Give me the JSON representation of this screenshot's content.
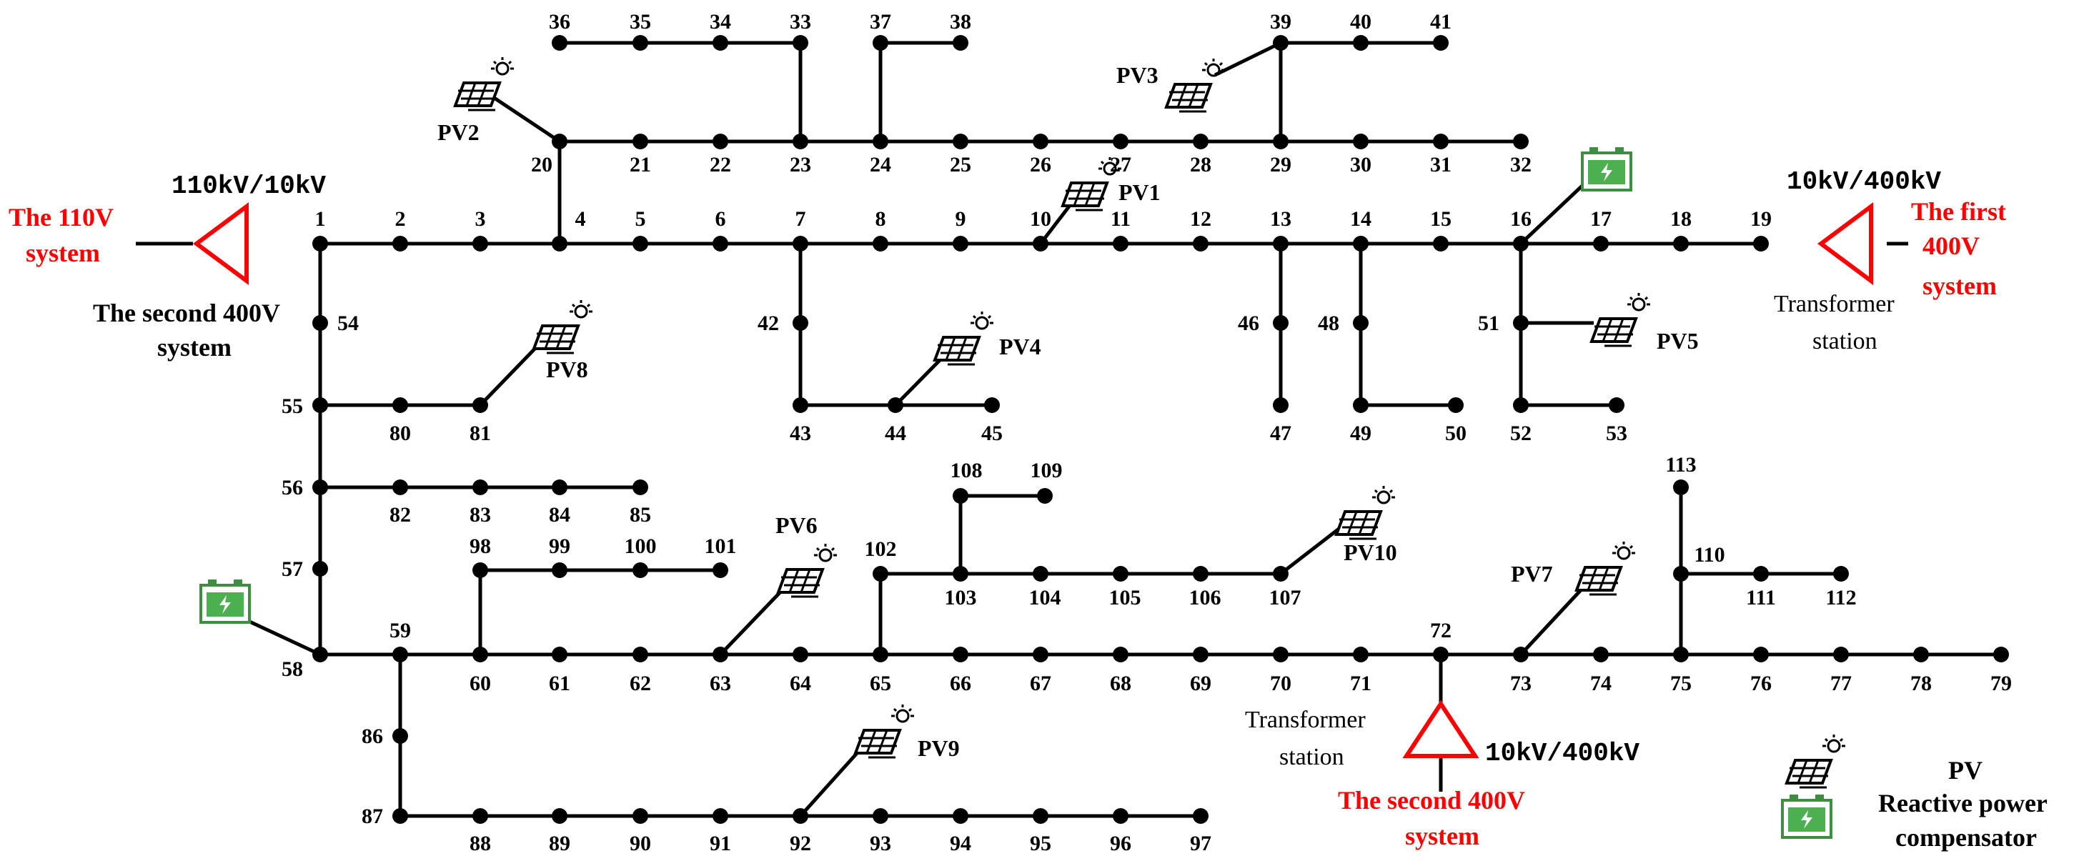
{
  "labels": {
    "sys110_line1": "The 110V",
    "sys110_line2": "system",
    "tr_left": "110kV/10kV",
    "second400_left_line1": "The second 400V",
    "second400_left_line2": "system",
    "tr_right": "10kV/400kV",
    "first400_line1": "The first",
    "first400_line2": "400V",
    "first400_line3": "system",
    "station_right_line1": "Transformer",
    "station_right_line2": "station",
    "station_bottom_line1": "Transformer",
    "station_bottom_line2": "station",
    "tr_bottom": "10kV/400kV",
    "second400_bottom_line1": "The second 400V",
    "second400_bottom_line2": "system",
    "legend_pv": "PV",
    "legend_rpc_line1": "Reactive power",
    "legend_rpc_line2": "compensator"
  },
  "pv_labels": {
    "pv1": "PV1",
    "pv2": "PV2",
    "pv3": "PV3",
    "pv4": "PV4",
    "pv5": "PV5",
    "pv6": "PV6",
    "pv7": "PV7",
    "pv8": "PV8",
    "pv9": "PV9",
    "pv10": "PV10"
  },
  "nodes": {
    "n1": "1",
    "n2": "2",
    "n3": "3",
    "n4": "4",
    "n5": "5",
    "n6": "6",
    "n7": "7",
    "n8": "8",
    "n9": "9",
    "n10": "10",
    "n11": "11",
    "n12": "12",
    "n13": "13",
    "n14": "14",
    "n15": "15",
    "n16": "16",
    "n17": "17",
    "n18": "18",
    "n19": "19",
    "n20": "20",
    "n21": "21",
    "n22": "22",
    "n23": "23",
    "n24": "24",
    "n25": "25",
    "n26": "26",
    "n27": "27",
    "n28": "28",
    "n29": "29",
    "n30": "30",
    "n31": "31",
    "n32": "32",
    "n33": "33",
    "n34": "34",
    "n35": "35",
    "n36": "36",
    "n37": "37",
    "n38": "38",
    "n39": "39",
    "n40": "40",
    "n41": "41",
    "n42": "42",
    "n43": "43",
    "n44": "44",
    "n45": "45",
    "n46": "46",
    "n47": "47",
    "n48": "48",
    "n49": "49",
    "n50": "50",
    "n51": "51",
    "n52": "52",
    "n53": "53",
    "n54": "54",
    "n55": "55",
    "n56": "56",
    "n57": "57",
    "n58": "58",
    "n59": "59",
    "n60": "60",
    "n61": "61",
    "n62": "62",
    "n63": "63",
    "n64": "64",
    "n65": "65",
    "n66": "66",
    "n67": "67",
    "n68": "68",
    "n69": "69",
    "n70": "70",
    "n71": "71",
    "n72": "72",
    "n73": "73",
    "n74": "74",
    "n75": "75",
    "n76": "76",
    "n77": "77",
    "n78": "78",
    "n79": "79",
    "n80": "80",
    "n81": "81",
    "n82": "82",
    "n83": "83",
    "n84": "84",
    "n85": "85",
    "n86": "86",
    "n87": "87",
    "n88": "88",
    "n89": "89",
    "n90": "90",
    "n91": "91",
    "n92": "92",
    "n93": "93",
    "n94": "94",
    "n95": "95",
    "n96": "96",
    "n97": "97",
    "n98": "98",
    "n99": "99",
    "n100": "100",
    "n101": "101",
    "n102": "102",
    "n103": "103",
    "n104": "104",
    "n105": "105",
    "n106": "106",
    "n107": "107",
    "n108": "108",
    "n109": "109",
    "n110": "110",
    "n111": "111",
    "n112": "112",
    "n113": "113"
  },
  "colors": {
    "system_text": "#ff0000",
    "transformer": "#ff0000",
    "compensator": "#4caf50"
  },
  "icons": {
    "pv": "solar-panel-icon",
    "compensator": "reactive-power-compensator-icon",
    "transformer": "transformer-triangle-icon"
  }
}
